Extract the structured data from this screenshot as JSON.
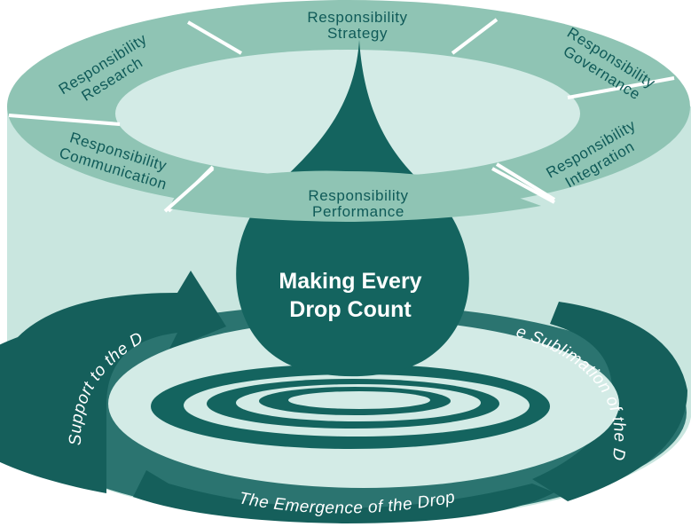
{
  "title_lines": [
    "Making Every",
    "Drop Count"
  ],
  "ring_segments": [
    {
      "id": "strategy",
      "lines": [
        "Responsibility",
        "Strategy"
      ]
    },
    {
      "id": "governance",
      "lines": [
        "Responsibility",
        "Governance"
      ]
    },
    {
      "id": "integration",
      "lines": [
        "Responsibility",
        "Integration"
      ]
    },
    {
      "id": "performance",
      "lines": [
        "Responsibility",
        "Performance"
      ]
    },
    {
      "id": "communication",
      "lines": [
        "Responsibility",
        "Communication"
      ]
    },
    {
      "id": "research",
      "lines": [
        "Responsibility",
        "Research"
      ]
    }
  ],
  "cycle_stages": [
    {
      "id": "support",
      "label": "The Support to the Drop"
    },
    {
      "id": "sublimation",
      "label": "The Sublimation of the Drop"
    },
    {
      "id": "emergence",
      "label": "The Emergence of the Drop"
    }
  ],
  "colors": {
    "dark_teal": "#14645f",
    "ring_teal": "#8fc4b4",
    "pale_mint": "#d3ebe6",
    "cylinder": "#c9e6df",
    "text_dark": "#0f5a58",
    "white": "#ffffff"
  }
}
